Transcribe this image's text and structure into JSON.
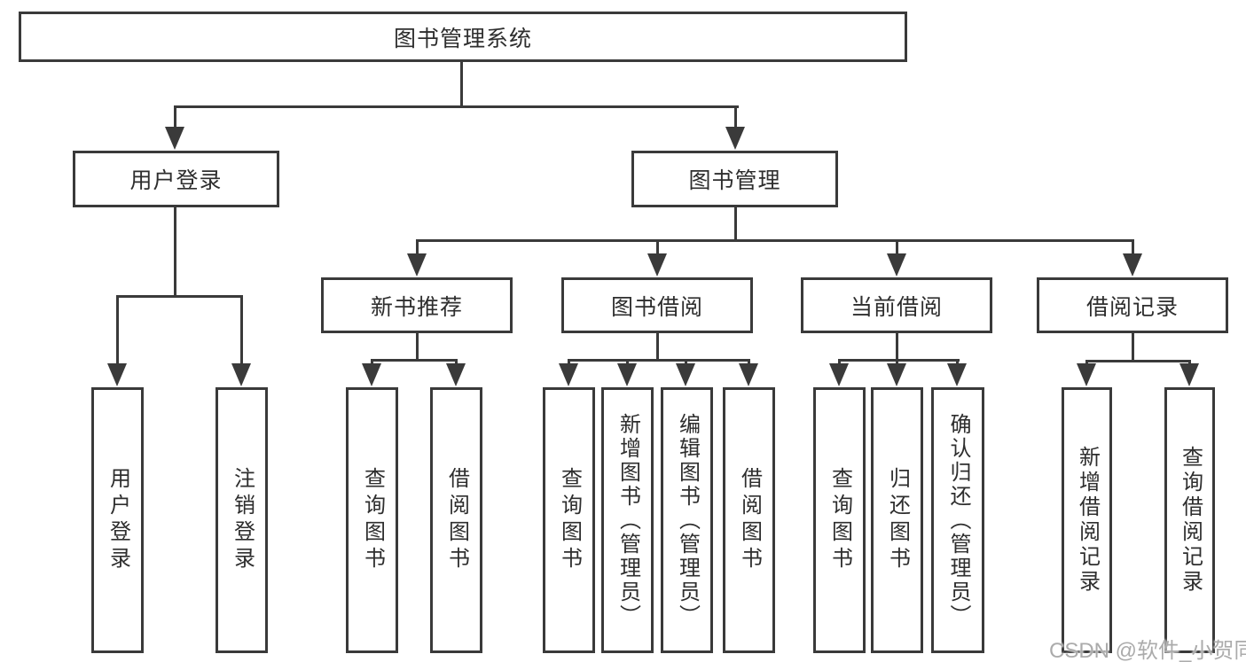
{
  "colors": {
    "line": "#3a3a3a",
    "text": "#2e2e2e",
    "box_fill": "#ffffff",
    "watermark": "#ababab",
    "background": "#ffffff"
  },
  "diagram": {
    "root": {
      "label": "图书管理系统"
    },
    "branches": [
      {
        "label": "用户登录",
        "children": [
          "用户登录",
          "注销登录"
        ]
      },
      {
        "label": "图书管理",
        "groups": [
          {
            "label": "新书推荐",
            "children": [
              "查询图书",
              "借阅图书"
            ]
          },
          {
            "label": "图书借阅",
            "children": [
              "查询图书",
              "新增图书（管理员）",
              "编辑图书（管理员）",
              "借阅图书"
            ]
          },
          {
            "label": "当前借阅",
            "children": [
              "查询图书",
              "归还图书",
              "确认归还（管理员）"
            ]
          },
          {
            "label": "借阅记录",
            "children": [
              "新增借阅记录",
              "查询借阅记录"
            ]
          }
        ]
      }
    ]
  },
  "watermark": {
    "text": "CSDN @软件_小贺同学"
  }
}
